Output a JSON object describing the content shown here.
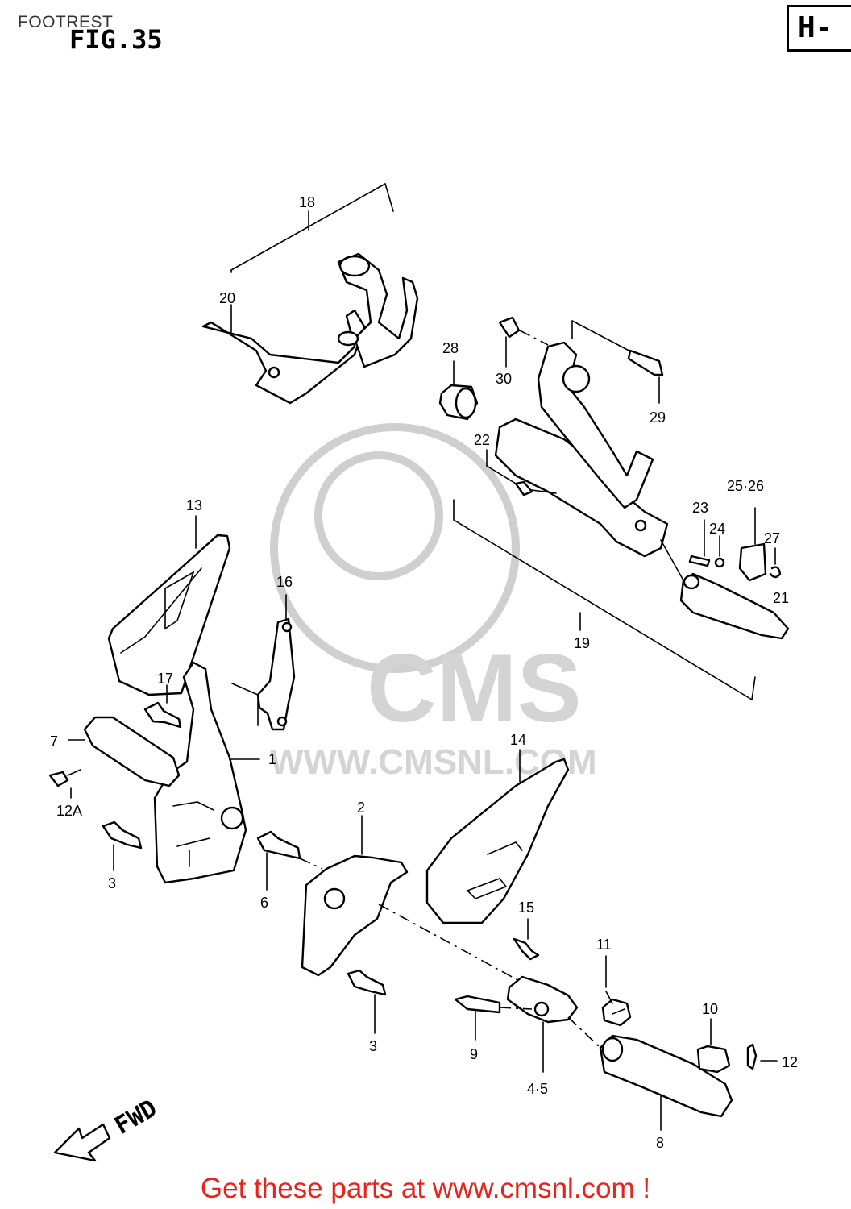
{
  "header": {
    "title": "FOOTREST",
    "figure": "FIG.35",
    "section": "H-"
  },
  "watermark": {
    "brand": "CMS",
    "site": "WWW.CMSNL.COM"
  },
  "callouts": {
    "c1": "1",
    "c2": "2",
    "c3a": "3",
    "c3b": "3",
    "c45": "4·5",
    "c6": "6",
    "c7": "7",
    "c8": "8",
    "c9": "9",
    "c10": "10",
    "c11": "11",
    "c12": "12",
    "c12a": "12A",
    "c13": "13",
    "c14": "14",
    "c15": "15",
    "c16": "16",
    "c17": "17",
    "c18": "18",
    "c19": "19",
    "c20": "20",
    "c21": "21",
    "c22": "22",
    "c23": "23",
    "c24": "24",
    "c2526": "25·26",
    "c27": "27",
    "c28": "28",
    "c29": "29",
    "c30": "30"
  },
  "fwd_label": "FWD",
  "footer": {
    "cta": "Get these parts at www.cmsnl.com !",
    "color": "#e8231e"
  }
}
